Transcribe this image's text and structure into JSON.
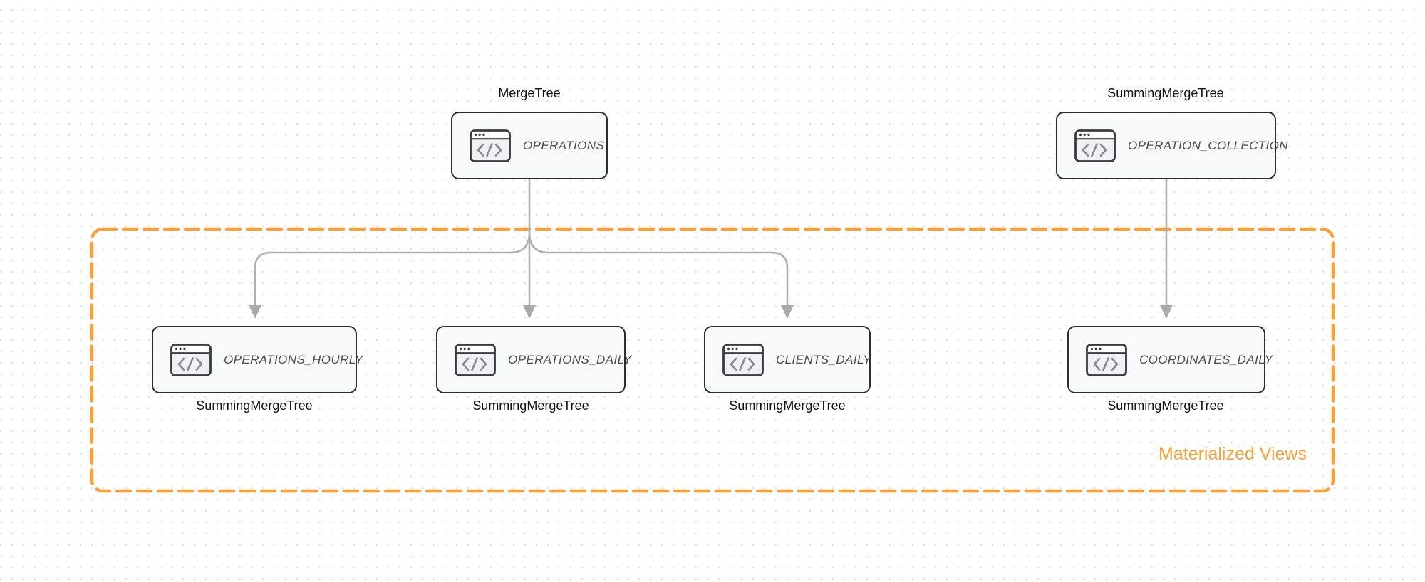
{
  "diagram": {
    "type": "database-schema-flow",
    "group": {
      "label": "Materialized Views"
    },
    "nodes": [
      {
        "id": "operations",
        "title": "OPERATIONS",
        "engine": "MergeTree",
        "engine_position": "top",
        "in_group": false
      },
      {
        "id": "operation_collection",
        "title": "OPERATION_COLLECTION",
        "engine": "SummingMergeTree",
        "engine_position": "top",
        "in_group": false
      },
      {
        "id": "operations_hourly",
        "title": "OPERATIONS_HOURLY",
        "engine": "SummingMergeTree",
        "engine_position": "bottom",
        "in_group": true
      },
      {
        "id": "operations_daily",
        "title": "OPERATIONS_DAILY",
        "engine": "SummingMergeTree",
        "engine_position": "bottom",
        "in_group": true
      },
      {
        "id": "clients_daily",
        "title": "CLIENTS_DAILY",
        "engine": "SummingMergeTree",
        "engine_position": "bottom",
        "in_group": true
      },
      {
        "id": "coordinates_daily",
        "title": "COORDINATES_DAILY",
        "engine": "SummingMergeTree",
        "engine_position": "bottom",
        "in_group": true
      }
    ],
    "edges": [
      {
        "from": "operations",
        "to": "operations_hourly"
      },
      {
        "from": "operations",
        "to": "operations_daily"
      },
      {
        "from": "operations",
        "to": "clients_daily"
      },
      {
        "from": "operation_collection",
        "to": "coordinates_daily"
      }
    ],
    "icons": {
      "node_icon": "code-window-icon"
    },
    "colors": {
      "accent_orange": "#f8a13c",
      "node_border": "#2d2d31",
      "node_background": "#f8f9f9",
      "edge_gray": "#b0b0b3",
      "title_text": "#4b4b50",
      "engine_text": "#121215",
      "background_dots": "#e3e3e7"
    }
  }
}
